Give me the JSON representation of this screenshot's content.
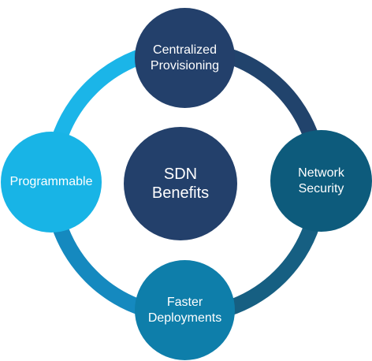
{
  "diagram": {
    "center": {
      "label": "SDN\nBenefits"
    },
    "nodes": {
      "top": {
        "label": "Centralized\nProvisioning"
      },
      "right": {
        "label": "Network\nSecurity"
      },
      "bottom": {
        "label": "Faster\nDeployments"
      },
      "left": {
        "label": "Programmable"
      }
    }
  },
  "colors": {
    "center": "#23406b",
    "top": "#23406b",
    "right": "#0d5b7c",
    "bottom": "#0e7eaa",
    "left": "#18b4e6",
    "ring_light": "#1bb5e8",
    "ring_dark": "#21436c"
  }
}
